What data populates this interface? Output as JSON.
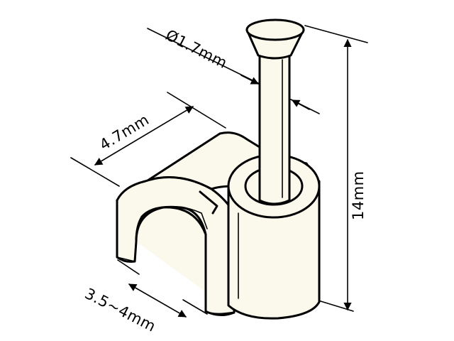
{
  "diagram": {
    "dimensions": {
      "nail_diameter": "Ø1.7mm",
      "clip_width": "4.7mm",
      "cable_range": "3.5~4mm",
      "total_height": "14mm"
    },
    "colors": {
      "body_fill": "#fbf8ec",
      "line": "#000000"
    }
  }
}
